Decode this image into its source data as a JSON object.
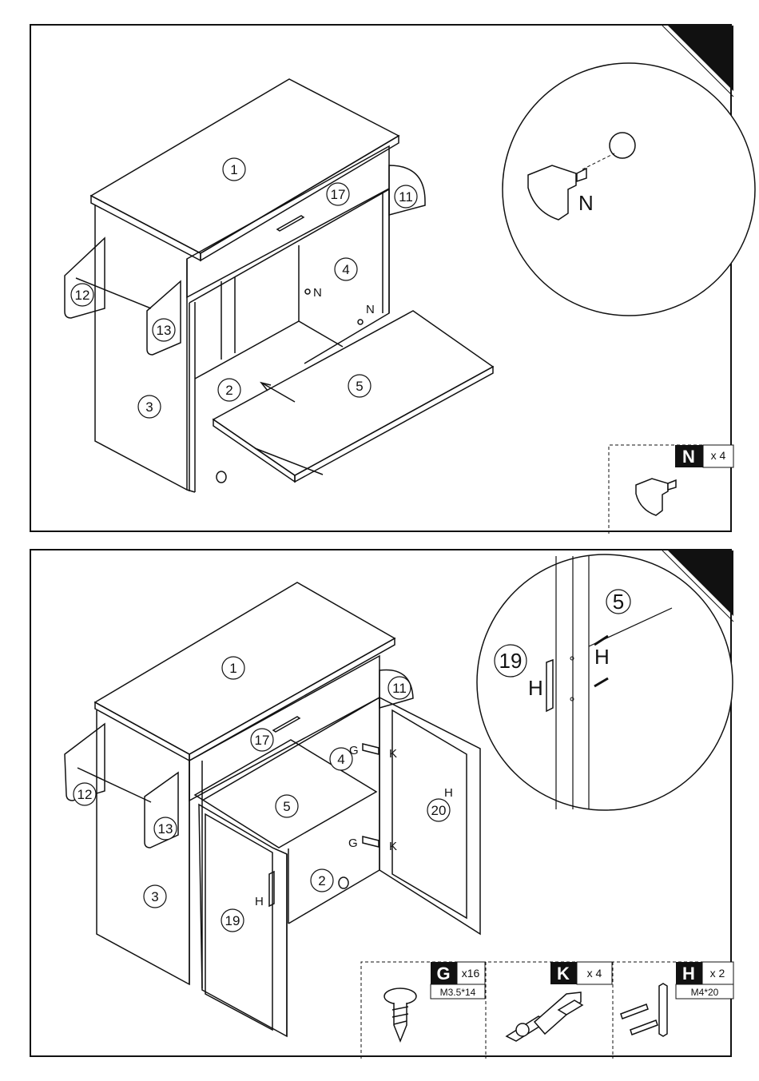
{
  "step1": {
    "part_numbers": [
      "1",
      "17",
      "11",
      "12",
      "13",
      "4",
      "2",
      "5",
      "3"
    ],
    "hardware_labels": [
      "N",
      "N"
    ],
    "detail_label": "N",
    "parts_box": {
      "code": "N",
      "qty": "x 4"
    }
  },
  "step2": {
    "part_numbers": [
      "1",
      "11",
      "17",
      "4",
      "12",
      "5",
      "13",
      "2",
      "3",
      "19",
      "20"
    ],
    "hardware_labels": [
      "G",
      "K",
      "G",
      "K",
      "H",
      "H"
    ],
    "detail": {
      "panel": "5",
      "door": "19",
      "screw_label": "H",
      "handle_label": "H"
    },
    "parts": [
      {
        "code": "G",
        "qty": "x16",
        "size": "M3.5*14"
      },
      {
        "code": "K",
        "qty": "x 4",
        "size": ""
      },
      {
        "code": "H",
        "qty": "x 2",
        "size": "M4*20"
      }
    ]
  },
  "colors": {
    "line": "#111111",
    "background": "#ffffff",
    "tag_fill": "#111111"
  }
}
